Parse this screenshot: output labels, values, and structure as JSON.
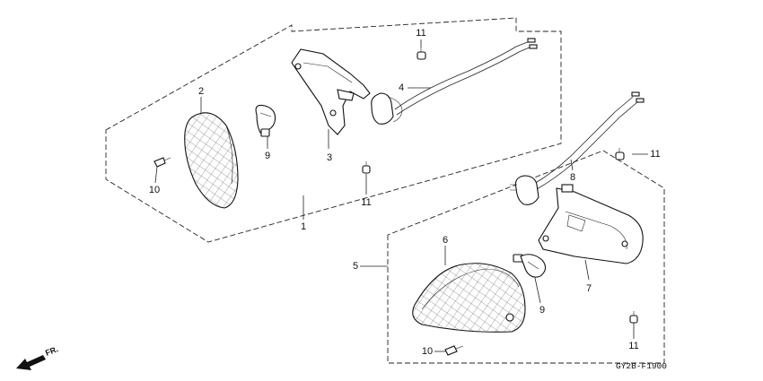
{
  "callouts": {
    "c1": "1",
    "c2": "2",
    "c3": "3",
    "c4": "4",
    "c5": "5",
    "c6": "6",
    "c7": "7",
    "c8": "8",
    "c9a": "9",
    "c9b": "9",
    "c10a": "10",
    "c10b": "10",
    "c11a": "11",
    "c11b": "11",
    "c11c": "11",
    "c11d": "11"
  },
  "diagram_code": "GY2B-F1900",
  "direction_label": "FR."
}
